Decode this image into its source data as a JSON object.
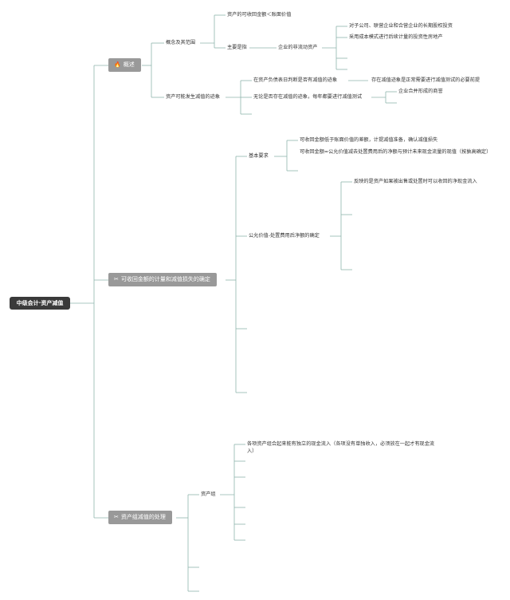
{
  "root": "中级会计·资产减值",
  "branch1": {
    "icon": "🔥",
    "label": "概述"
  },
  "branch2": {
    "icon": "✂",
    "label": "可收回金额的计量和减值损失的确定"
  },
  "branch3": {
    "icon": "✂",
    "label": "资产组减值的处理"
  },
  "b1": {
    "concept": "概念及其范围",
    "concept_def": "资产的可收回金额＜账面价值",
    "mainly_refers": "主要是指",
    "noncurrent": "企业的非流动资产",
    "nc_item1": "对子公司、联营企业和合营企业的长期股权投资",
    "nc_item2": "采用成本模式进行后续计量的投资性房地产",
    "signs": "资产可能发生减值的迹象",
    "sign1": "在资产负债表日判断是否有减值的迹象",
    "sign1_note": "存在减值迹象是正常需要进行减值测试的必要前提",
    "sign2": "无论是否存在减值的迹象，每年都要进行减值测试",
    "sign2_note": "企业合并形成的商誉"
  },
  "b2": {
    "basic": "基本要求",
    "basic1": "可收回金额低于账面价值的差额，计提减值准备，确认减值损失",
    "basic2": "可收回金额=公允价值减去处置费用后的净额与预计未来现金流量的现值（按孰高确定）",
    "fv": "公允价值-处置费用后净额的确定",
    "fv1": "反映的是资产如果被出售或处置时可以收回的净现金流入"
  },
  "b3": {
    "group": "资产组",
    "group1": "各项资产组合起来能有独立的现金流入（各项没有单独收入，必须放在一起才有现金流入）"
  }
}
